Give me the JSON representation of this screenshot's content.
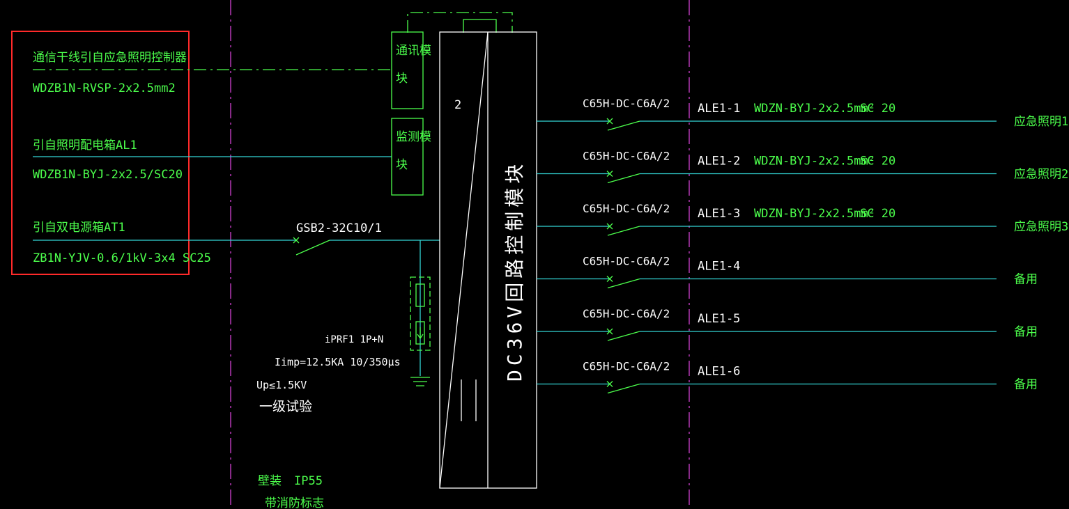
{
  "inputs": {
    "comm_title": "通信干线引自应急照明控制器",
    "comm_cable": "WDZB1N-RVSP-2x2.5mm2",
    "light_title": "引自照明配电箱AL1",
    "light_cable": "WDZB1N-BYJ-2x2.5/SC20",
    "dual_title": "引自双电源箱AT1",
    "dual_cable": "ZB1N-YJV-0.6/1kV-3x4   SC25"
  },
  "modules": {
    "comm": [
      "通讯模",
      "块"
    ],
    "monitor": [
      "监测模",
      "块"
    ],
    "panel_digit": "2",
    "panel_label": "DC36V回路控制模块"
  },
  "breaker": {
    "label": "GSB2-32C10/1"
  },
  "spd": {
    "model": "iPRF1    1P+N",
    "imp": "Iimp=12.5KA 10/350μs",
    "up": "Up≤1.5KV",
    "grade": "一级试验"
  },
  "install": {
    "mount": "壁装",
    "ip": "IP55",
    "note": "带消防标志"
  },
  "circuits": [
    {
      "breaker": "C65H-DC-C6A/2",
      "id": "ALE1-1",
      "cable": "WDZN-BYJ-2x2.5mm²",
      "conduit": "SC 20",
      "load": "应急照明1"
    },
    {
      "breaker": "C65H-DC-C6A/2",
      "id": "ALE1-2",
      "cable": "WDZN-BYJ-2x2.5mm²",
      "conduit": "SC 20",
      "load": "应急照明2"
    },
    {
      "breaker": "C65H-DC-C6A/2",
      "id": "ALE1-3",
      "cable": "WDZN-BYJ-2x2.5mm²",
      "conduit": "SC 20",
      "load": "应急照明3"
    },
    {
      "breaker": "C65H-DC-C6A/2",
      "id": "ALE1-4",
      "cable": "",
      "conduit": "",
      "load": "备用"
    },
    {
      "breaker": "C65H-DC-C6A/2",
      "id": "ALE1-5",
      "cable": "",
      "conduit": "",
      "load": "备用"
    },
    {
      "breaker": "C65H-DC-C6A/2",
      "id": "ALE1-6",
      "cable": "",
      "conduit": "",
      "load": "备用"
    }
  ],
  "colors": {
    "text_green": "#4cff4c",
    "line_cyan": "#33d6d6",
    "highlight_red": "#ff2a2a",
    "axis_magenta": "#d040d0"
  }
}
